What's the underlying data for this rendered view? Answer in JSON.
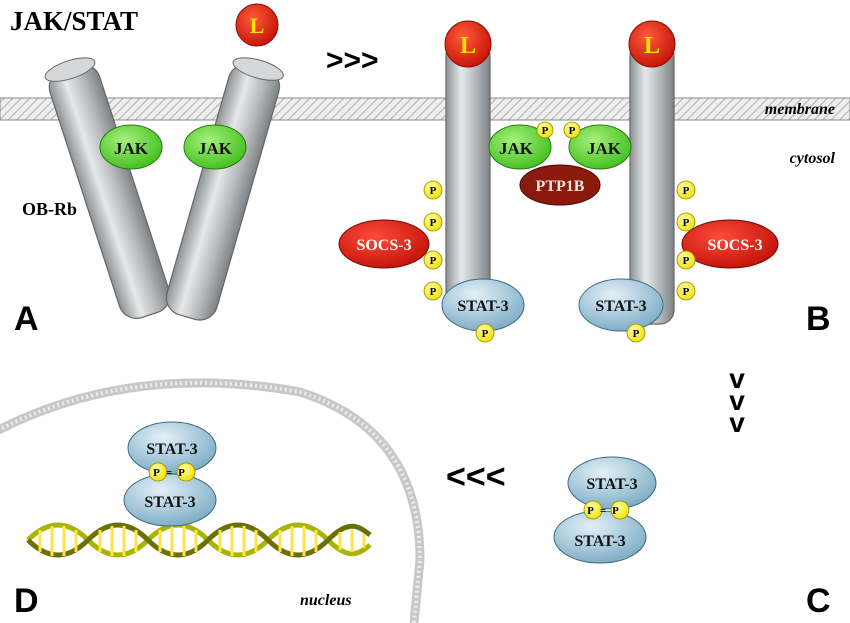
{
  "title": "JAK/STAT",
  "labels": {
    "ligand": "L",
    "jak": "JAK",
    "phospho": "P",
    "receptor": "OB-Rb",
    "socs3": "SOCS-3",
    "ptp1b": "PTP1B",
    "stat3": "STAT-3",
    "membrane": "membrane",
    "cytosol": "cytosol",
    "nucleus": "nucleus",
    "dimer_bond": "P=P"
  },
  "panels": {
    "a": "A",
    "b": "B",
    "c": "C",
    "d": "D"
  },
  "arrows": {
    "a_to_b": ">>>",
    "c_to_d": "<<<",
    "b_to_c_1": "v",
    "b_to_c_2": "v",
    "b_to_c_3": "v"
  },
  "colors": {
    "ligand": "#e8200e",
    "ligand_text": "#ffe600",
    "jak": "#6fe23a",
    "phospho": "#ffff33",
    "socs3": "#e11b12",
    "ptp1b": "#8b1a0c",
    "stat3": "#a9cde0",
    "receptor": "#b5b8ba",
    "membrane": "#dcdcdc",
    "nucleus_envelope": "#c8c8c8"
  }
}
